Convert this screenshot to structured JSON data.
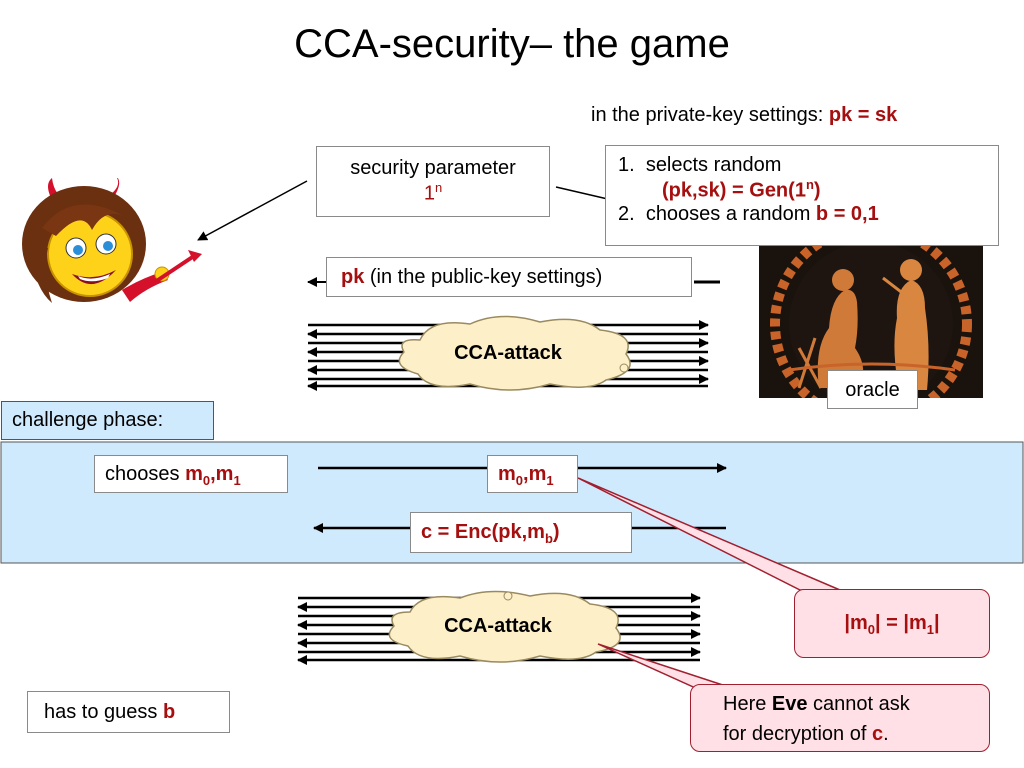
{
  "title": "CCA-security– the game",
  "private_key_note": {
    "prefix": "in the private-key settings: ",
    "highlight": "pk = sk"
  },
  "security_parameter": {
    "label": "security parameter",
    "value": "1",
    "exponent": "n"
  },
  "steps": [
    {
      "num": "1.",
      "text": "selects random",
      "detail_pre": "(pk,sk) = Gen(1",
      "detail_sup": "n",
      "detail_post": ")"
    },
    {
      "num": "2.",
      "text": "chooses a random ",
      "highlight": "b = 0,1"
    }
  ],
  "pk_message": {
    "highlight": "pk",
    "rest": " (in the public-key settings)"
  },
  "cca_attack_label": "CCA-attack",
  "oracle_label": "oracle",
  "challenge_phase_label": "challenge phase:",
  "chooses": {
    "prefix": "chooses ",
    "m": "m",
    "sub0": "0",
    "comma": ",",
    "sub1": "1"
  },
  "m_pair": {
    "m": "m",
    "sub0": "0",
    "comma": ",",
    "sub1": "1"
  },
  "ciphertext": {
    "pre": "c = Enc(pk,m",
    "sub": "b",
    "post": ")"
  },
  "length_constraint": {
    "pre": "|",
    "m": "m",
    "sub0": "0",
    "mid": "| = |",
    "sub1": "1",
    "post": "|"
  },
  "eve_note": {
    "line1_pre": "Here ",
    "eve": "Eve",
    "line1_post": " cannot ask",
    "line2_pre": "for decryption of ",
    "c": "c",
    "line2_post": "."
  },
  "guess": {
    "prefix": "has to guess ",
    "b": "b"
  },
  "colors": {
    "highlight": "#a50f0f",
    "challenge_band": "#cfeafd",
    "cloud": "#fdf0c8",
    "callout": "#ffe0e6"
  }
}
